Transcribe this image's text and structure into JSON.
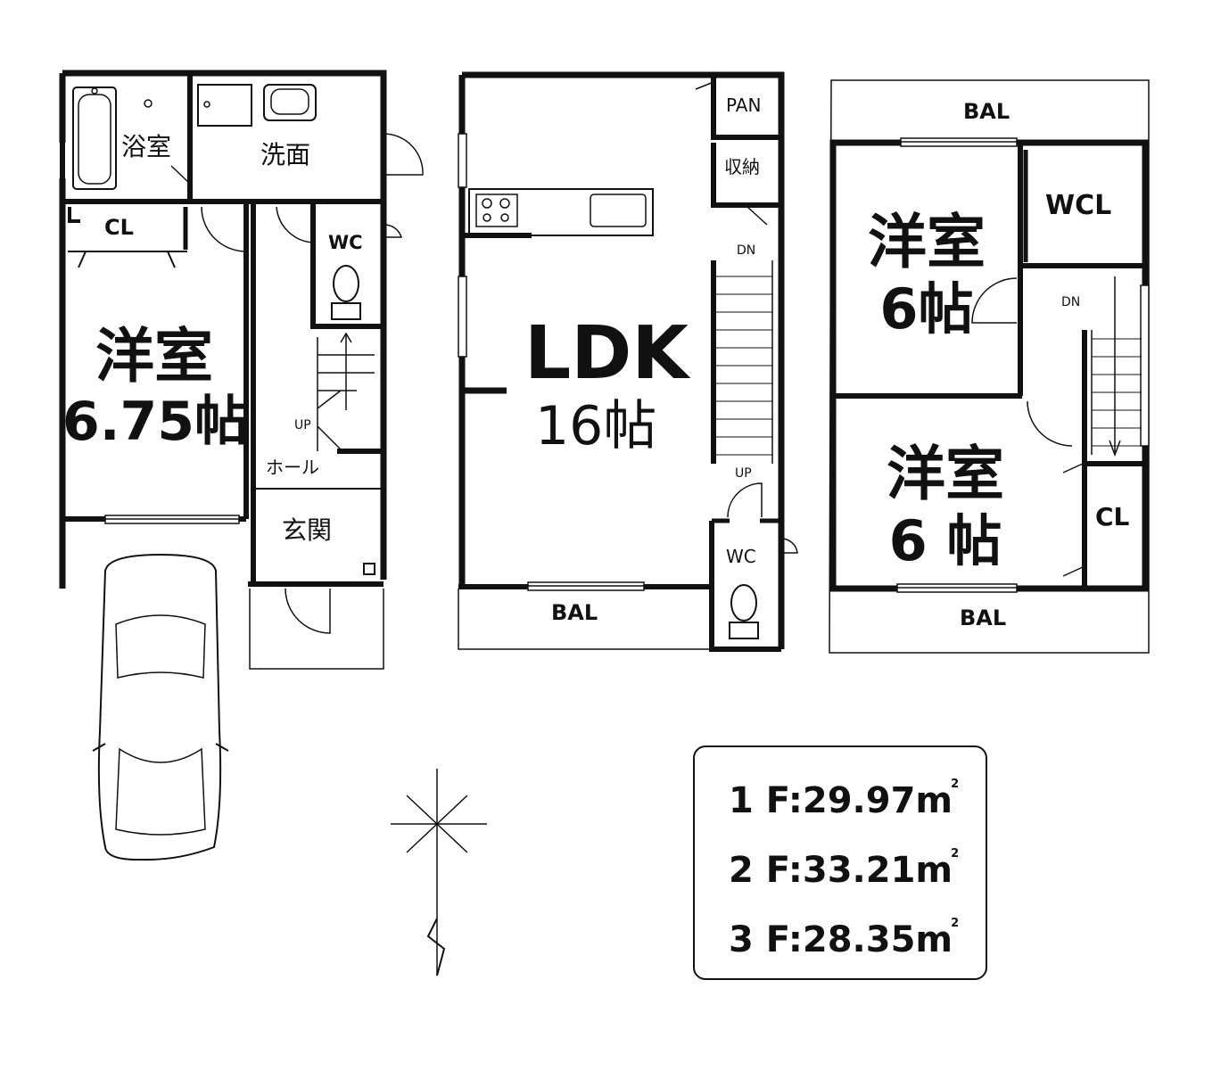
{
  "floor1": {
    "bath": "浴室",
    "washroom": "洗面",
    "closet": "CL",
    "wc": "WC",
    "room_name": "洋室",
    "room_size": "6.75帖",
    "stair_up": "UP",
    "hall": "ホール",
    "entrance": "玄関"
  },
  "floor2": {
    "pantry": "PAN",
    "storage": "収納",
    "stair_down": "DN",
    "ldk": "LDK",
    "ldk_size": "16帖",
    "stair_up": "UP",
    "wc": "WC",
    "balcony": "BAL"
  },
  "floor3": {
    "balcony_top": "BAL",
    "room_a_name": "洋室",
    "room_a_size": "6帖",
    "walk_in_closet": "WCL",
    "stair_down": "DN",
    "room_b_name": "洋室",
    "room_b_size": "6 帖",
    "closet": "CL",
    "balcony_bottom": "BAL"
  },
  "areas": [
    {
      "floor": "1 F:",
      "value": "29.97",
      "unit": "m",
      "sup": "2"
    },
    {
      "floor": "2 F:",
      "value": "33.21",
      "unit": "m",
      "sup": "2"
    },
    {
      "floor": "3 F:",
      "value": "28.35",
      "unit": "m",
      "sup": "2"
    }
  ]
}
